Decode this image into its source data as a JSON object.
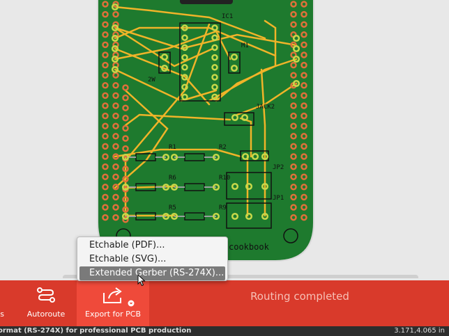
{
  "pcb": {
    "labels": {
      "ic1": "IC1",
      "m1": "M1",
      "twow": "2W",
      "jack2": "JACK2",
      "r1": "R1",
      "r2": "R2",
      "r6": "R6",
      "r10": "R10",
      "r5": "R5",
      "r9": "R9",
      "jp2": "JP2",
      "jp1": "JP1",
      "cookbook": "cookbook"
    },
    "colors": {
      "board": "#1e7a2e",
      "trace": "#f0b429",
      "pad": "#c8d84a",
      "header_pad": "#e0703a"
    }
  },
  "menu": {
    "items": [
      {
        "label": "Etchable (PDF)..."
      },
      {
        "label": "Etchable (SVG)..."
      },
      {
        "label": "Extended Gerber (RS-274X)..."
      }
    ]
  },
  "toolbar": {
    "prev_label": "s",
    "autoroute_label": "Autoroute",
    "export_label": "Export for PCB",
    "status": "Routing completed",
    "bg_color": "#d93a2b"
  },
  "statusbar": {
    "text": "ormat (RS-274X) for professional PCB production",
    "version": "3.171,4.065 in"
  }
}
